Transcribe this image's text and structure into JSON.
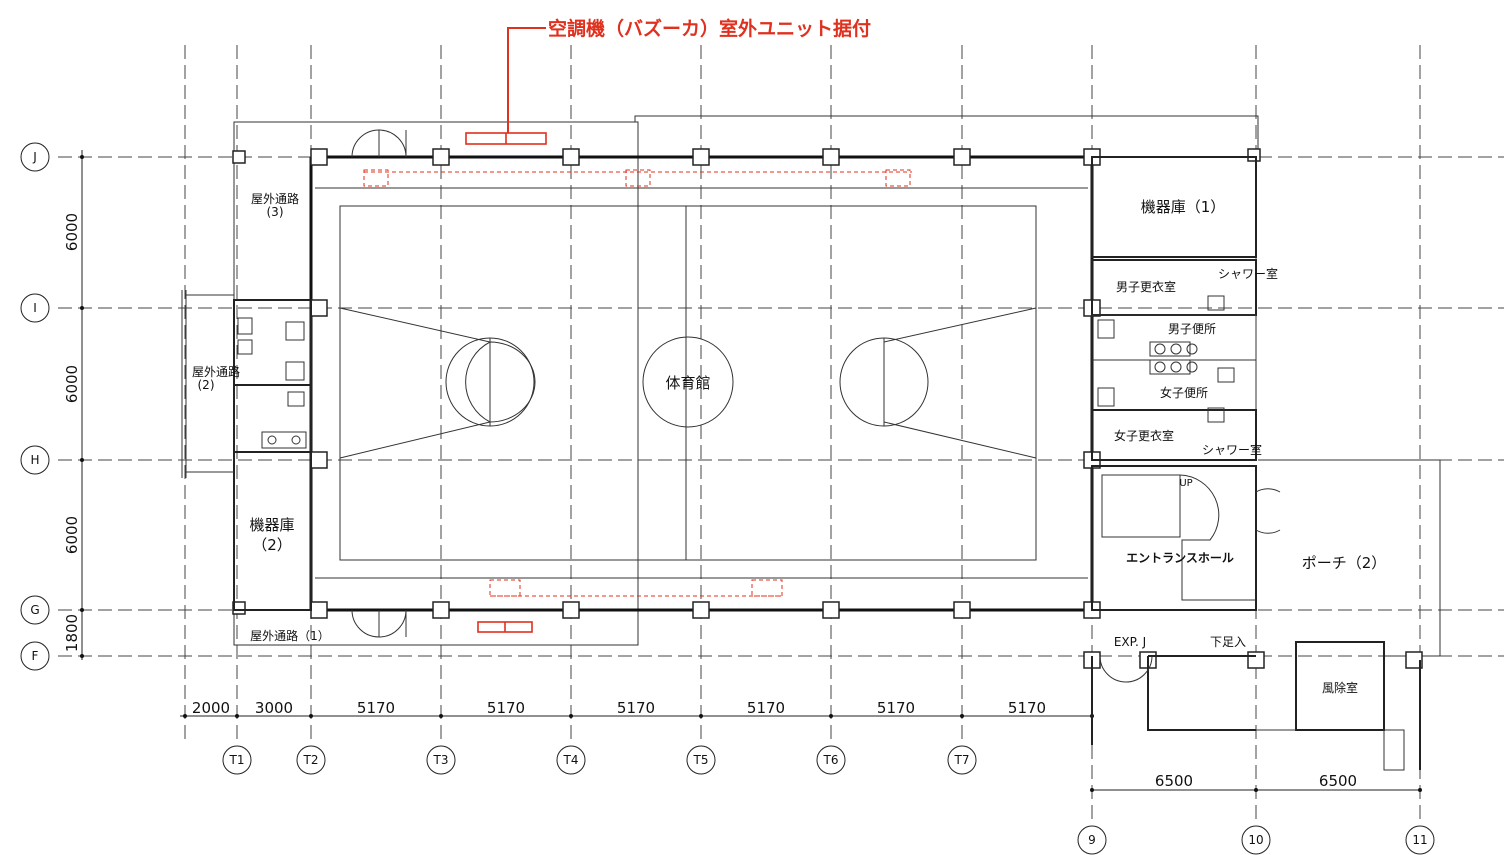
{
  "callout": {
    "text": "空調機（バズーカ）室外ユニット据付",
    "color": "#e0301e"
  },
  "row_axes": [
    "J",
    "I",
    "H",
    "G",
    "F"
  ],
  "col_axes": [
    "T1",
    "T2",
    "T3",
    "T4",
    "T5",
    "T6",
    "T7"
  ],
  "col_axes_right": [
    "9",
    "10",
    "11"
  ],
  "vertical_dims": [
    "6000",
    "6000",
    "6000",
    "1800"
  ],
  "horizontal_dims": [
    "2000",
    "3000",
    "5170",
    "5170",
    "5170",
    "5170",
    "5170",
    "5170"
  ],
  "right_dims": [
    "6500",
    "6500"
  ],
  "rooms": {
    "gym": "体育館",
    "equip1": "機器庫（1）",
    "equip2_a": "機器庫",
    "equip2_b": "（2）",
    "mens_change": "男子更衣室",
    "shower1": "シャワー室",
    "mens_toilet": "男子便所",
    "womens_toilet": "女子便所",
    "womens_change": "女子更衣室",
    "shower2": "シャワー室",
    "entrance": "エントランスホール",
    "porch": "ポーチ（2）",
    "windbreak": "風除室",
    "shoe": "下足入",
    "exp": "EXP. J",
    "up": "UP",
    "path1": "屋外通路（1）",
    "path2_a": "屋外通路",
    "path2_b": "(2)",
    "path3_a": "屋外通路",
    "path3_b": "(3)"
  }
}
